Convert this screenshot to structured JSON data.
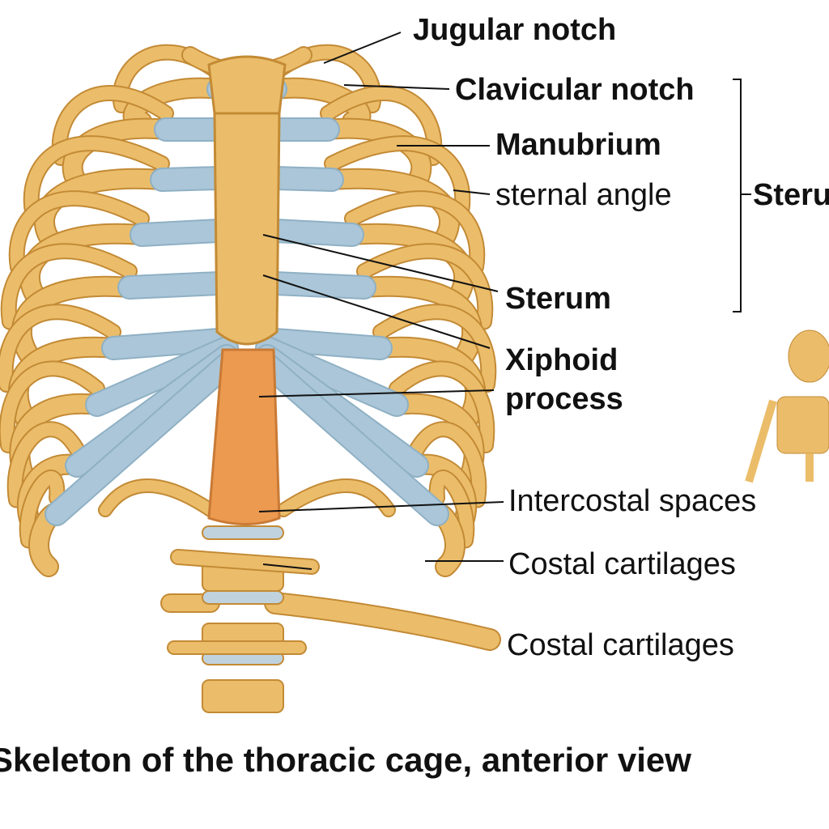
{
  "labels": {
    "jugular_notch": "Jugular notch",
    "clavicular_notch": "Clavicular notch",
    "manubrium": "Manubrium",
    "sternal_angle": "sternal angle",
    "sternum_bracket": "Steru",
    "sterum": "Sterum",
    "xiphoid_1": "Xiphoid",
    "xiphoid_2": "process",
    "intercostal_spaces": "Intercostal spaces",
    "costal_cartilages_1": "Costal cartilages",
    "costal_cartilages_2": "Costal cartilages"
  },
  "caption": "Skeleton of the thoracic cage, anterior view",
  "colors": {
    "bone": "#ebbd6a",
    "bone_outline": "#c38a35",
    "cartilage": "#aac6d8",
    "xiphoid": "#ec9a50"
  }
}
